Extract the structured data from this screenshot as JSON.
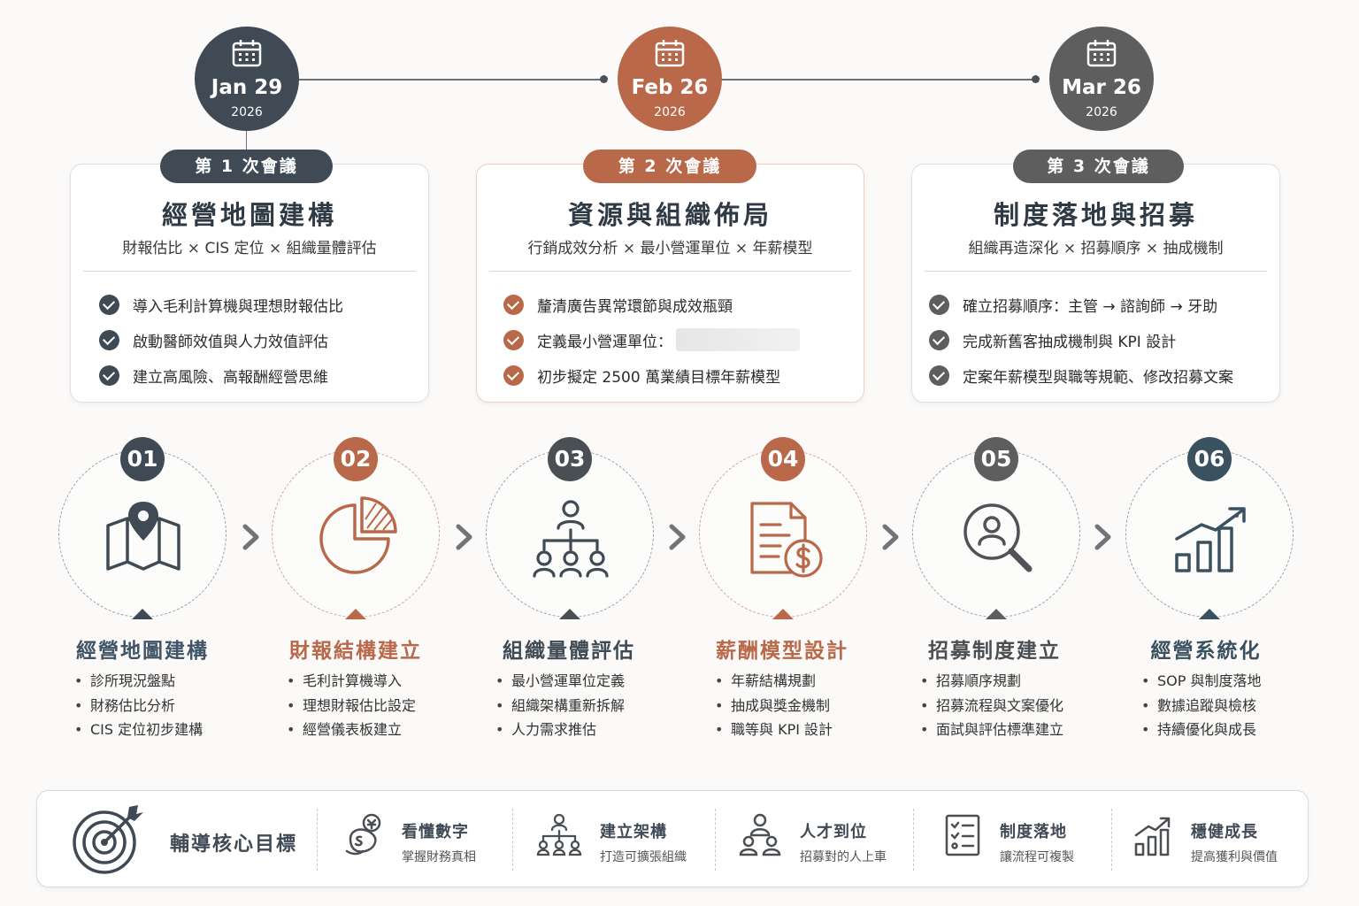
{
  "timeline": {
    "dates": [
      {
        "md": "Jan 29",
        "year": "2026",
        "color": "#3f4a55"
      },
      {
        "md": "Feb 26",
        "year": "2026",
        "color": "#b9694a"
      },
      {
        "md": "Mar 26",
        "year": "2026",
        "color": "#5e5e5e"
      }
    ]
  },
  "meetings": [
    {
      "badge": "第 1 次會議",
      "title": "經營地圖建構",
      "subtitle": "財報估比 × CIS 定位 × 組織量體評估",
      "items": [
        "導入毛利計算機與理想財報估比",
        "啟動醫師效值與人力效值評估",
        "建立高風險、高報酬經營思維"
      ]
    },
    {
      "badge": "第 2 次會議",
      "title": "資源與組織佈局",
      "subtitle": "行銷成效分析 × 最小營運單位 × 年薪模型",
      "items": [
        "釐清廣告異常環節與成效瓶頸",
        "定義最小營運單位：",
        "初步擬定 2500 萬業績目標年薪模型"
      ]
    },
    {
      "badge": "第 3 次會議",
      "title": "制度落地與招募",
      "subtitle": "組織再造深化 × 招募順序 × 抽成機制",
      "items": [
        "確立招募順序：主管 → 諮詢師 → 牙助",
        "完成新舊客抽成機制與 KPI 設計",
        "定案年薪模型與職等規範、修改招募文案"
      ]
    }
  ],
  "steps": [
    {
      "num": "01",
      "title": "經營地圖建構",
      "icon": "map-pin-icon",
      "items": [
        "診所現況盤點",
        "財務估比分析",
        "CIS 定位初步建構"
      ]
    },
    {
      "num": "02",
      "title": "財報結構建立",
      "icon": "pie-chart-icon",
      "items": [
        "毛利計算機導入",
        "理想財報估比設定",
        "經營儀表板建立"
      ]
    },
    {
      "num": "03",
      "title": "組織量體評估",
      "icon": "org-chart-icon",
      "items": [
        "最小營運單位定義",
        "組織架構重新拆解",
        "人力需求推估"
      ]
    },
    {
      "num": "04",
      "title": "薪酬模型設計",
      "icon": "document-dollar-icon",
      "items": [
        "年薪結構規劃",
        "抽成與獎金機制",
        "職等與 KPI 設計"
      ]
    },
    {
      "num": "05",
      "title": "招募制度建立",
      "icon": "search-person-icon",
      "items": [
        "招募順序規劃",
        "招募流程與文案優化",
        "面試與評估標準建立"
      ]
    },
    {
      "num": "06",
      "title": "經營系統化",
      "icon": "growth-chart-icon",
      "items": [
        "SOP 與制度落地",
        "數據追蹤與檢核",
        "持續優化與成長"
      ]
    }
  ],
  "core_goals": {
    "label": "輔導核心目標",
    "goals": [
      {
        "title": "看懂數字",
        "sub": "掌握財務真相",
        "icon": "money-bag-icon"
      },
      {
        "title": "建立架構",
        "sub": "打造可擴張組織",
        "icon": "org-chart-icon"
      },
      {
        "title": "人才到位",
        "sub": "招募對的人上車",
        "icon": "people-icon"
      },
      {
        "title": "制度落地",
        "sub": "讓流程可複製",
        "icon": "checklist-icon"
      },
      {
        "title": "穩健成長",
        "sub": "提高獲利與價值",
        "icon": "growth-chart-icon"
      }
    ]
  },
  "colors": {
    "slate": "#3f4a55",
    "terra": "#b9694a",
    "grey": "#5e5e5e",
    "teal": "#3a5160"
  }
}
